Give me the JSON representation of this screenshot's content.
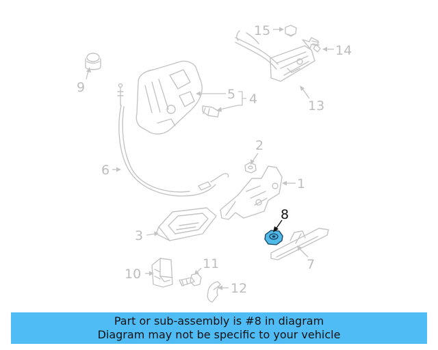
{
  "diagram": {
    "callouts": [
      {
        "id": "1",
        "label": "1"
      },
      {
        "id": "2",
        "label": "2"
      },
      {
        "id": "3",
        "label": "3"
      },
      {
        "id": "4",
        "label": "4"
      },
      {
        "id": "5",
        "label": "5"
      },
      {
        "id": "6",
        "label": "6"
      },
      {
        "id": "7",
        "label": "7"
      },
      {
        "id": "8",
        "label": "8"
      },
      {
        "id": "9",
        "label": "9"
      },
      {
        "id": "10",
        "label": "10"
      },
      {
        "id": "11",
        "label": "11"
      },
      {
        "id": "12",
        "label": "12"
      },
      {
        "id": "13",
        "label": "13"
      },
      {
        "id": "14",
        "label": "14"
      },
      {
        "id": "15",
        "label": "15"
      }
    ],
    "highlighted_part": "8",
    "highlight_color": "#4fb9e8"
  },
  "banner": {
    "line1": "Part or sub-assembly is #8 in diagram",
    "line2": "Diagram may not be specific to your vehicle",
    "background": "#4fbcf6"
  }
}
